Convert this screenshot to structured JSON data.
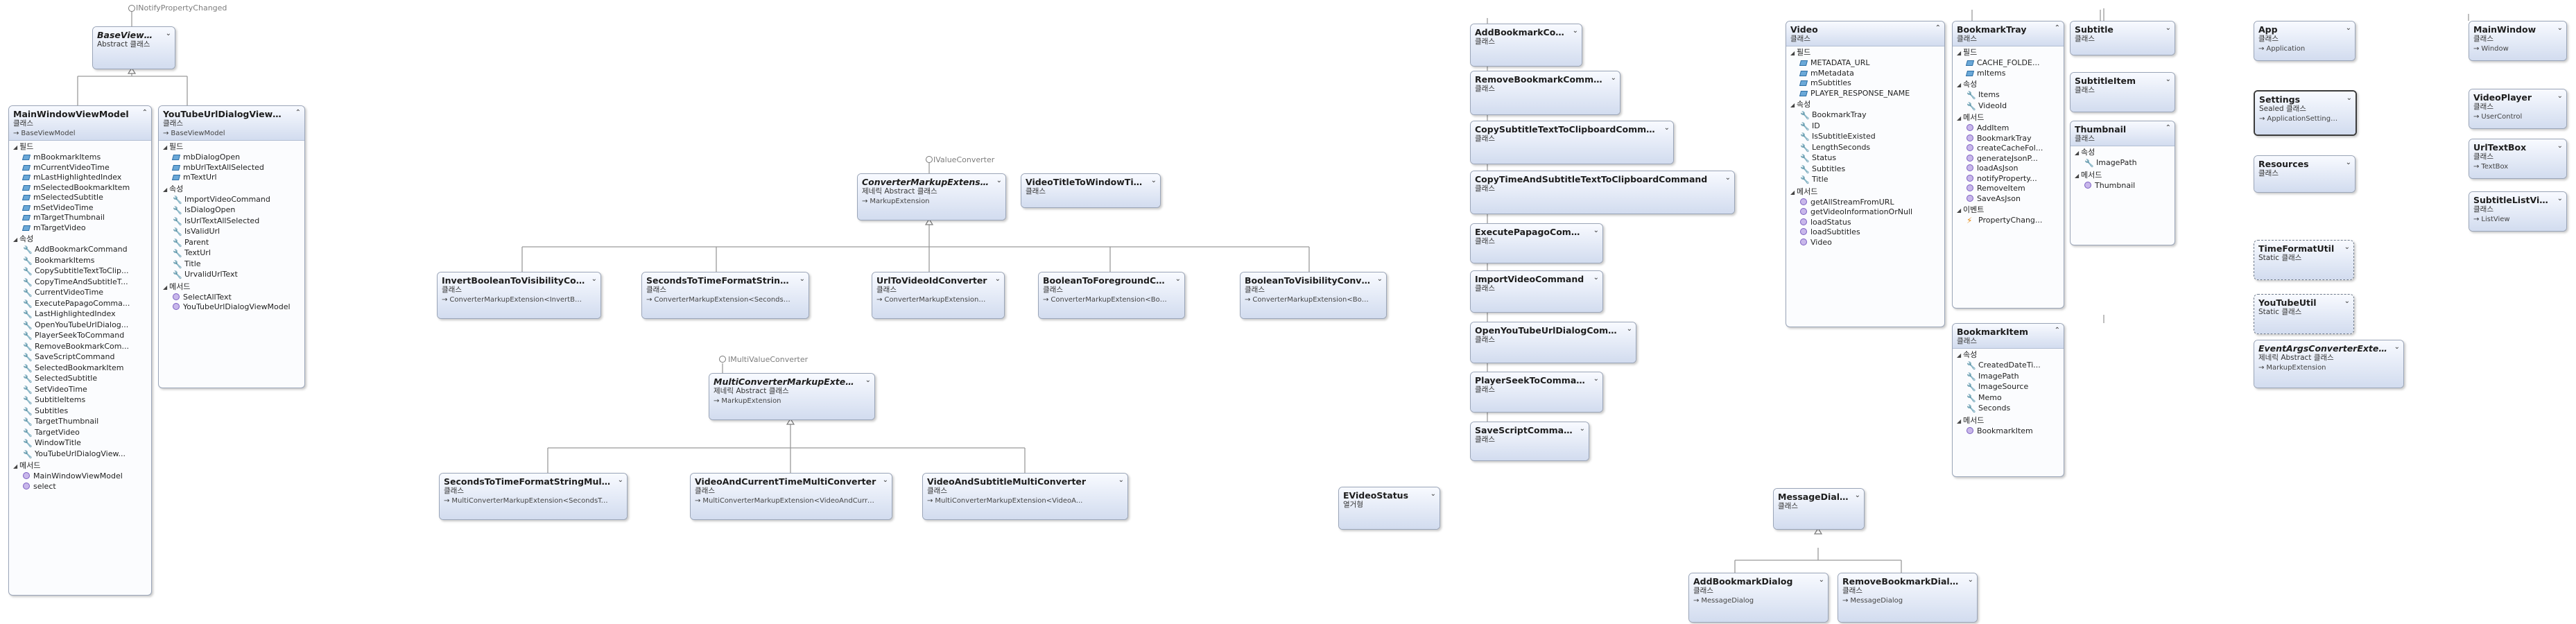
{
  "interfaces": {
    "inotify": "INotifyPropertyChanged",
    "ivalue": "IValueConverter",
    "imulti": "IMultiValueConverter"
  },
  "boxes": [
    {
      "name": "BaseViewModel",
      "kind": "Abstract 클래스",
      "italic": true
    },
    {
      "name": "MainWindowViewModel",
      "kind": "클래스",
      "base": "BaseViewModel",
      "sections": [
        {
          "title": "필드",
          "items": [
            {
              "t": "f",
              "n": "mBookmarkItems"
            },
            {
              "t": "f",
              "n": "mCurrentVideoTime"
            },
            {
              "t": "f",
              "n": "mLastHighlightedIndex"
            },
            {
              "t": "f",
              "n": "mSelectedBookmarkItem"
            },
            {
              "t": "f",
              "n": "mSelectedSubtitle"
            },
            {
              "t": "f",
              "n": "mSetVideoTime"
            },
            {
              "t": "f",
              "n": "mTargetThumbnail"
            },
            {
              "t": "f",
              "n": "mTargetVideo"
            }
          ]
        },
        {
          "title": "속성",
          "items": [
            {
              "t": "p",
              "n": "AddBookmarkCommand"
            },
            {
              "t": "p",
              "n": "BookmarkItems"
            },
            {
              "t": "p",
              "n": "CopySubtitleTextToClip..."
            },
            {
              "t": "p",
              "n": "CopyTimeAndSubtitleT..."
            },
            {
              "t": "p",
              "n": "CurrentVideoTime"
            },
            {
              "t": "p",
              "n": "ExecutePapagoComma..."
            },
            {
              "t": "p",
              "n": "LastHighlightedIndex"
            },
            {
              "t": "p",
              "n": "OpenYouTubeUrlDialog..."
            },
            {
              "t": "p",
              "n": "PlayerSeekToCommand"
            },
            {
              "t": "p",
              "n": "RemoveBookmarkCom..."
            },
            {
              "t": "p",
              "n": "SaveScriptCommand"
            },
            {
              "t": "p",
              "n": "SelectedBookmarkItem"
            },
            {
              "t": "p",
              "n": "SelectedSubtitle"
            },
            {
              "t": "p",
              "n": "SetVideoTime"
            },
            {
              "t": "p",
              "n": "SubtitleItems"
            },
            {
              "t": "p",
              "n": "Subtitles"
            },
            {
              "t": "p",
              "n": "TargetThumbnail"
            },
            {
              "t": "p",
              "n": "TargetVideo"
            },
            {
              "t": "p",
              "n": "WindowTitle"
            },
            {
              "t": "p",
              "n": "YouTubeUrlDialogView..."
            }
          ]
        },
        {
          "title": "메서드",
          "items": [
            {
              "t": "m",
              "n": "MainWindowViewModel"
            },
            {
              "t": "m",
              "n": "select"
            }
          ]
        }
      ]
    },
    {
      "name": "YouTubeUrlDialogViewModel",
      "kind": "클래스",
      "base": "BaseViewModel",
      "sections": [
        {
          "title": "필드",
          "items": [
            {
              "t": "f",
              "n": "mbDialogOpen"
            },
            {
              "t": "f",
              "n": "mbUrlTextAllSelected"
            },
            {
              "t": "f",
              "n": "mTextUrl"
            }
          ]
        },
        {
          "title": "속성",
          "items": [
            {
              "t": "p",
              "n": "ImportVideoCommand"
            },
            {
              "t": "p",
              "n": "IsDialogOpen"
            },
            {
              "t": "p",
              "n": "IsUrlTextAllSelected"
            },
            {
              "t": "p",
              "n": "IsValidUrl"
            },
            {
              "t": "p",
              "n": "Parent"
            },
            {
              "t": "p",
              "n": "TextUrl"
            },
            {
              "t": "p",
              "n": "Title"
            },
            {
              "t": "p",
              "n": "UrvalidUrlText"
            }
          ]
        },
        {
          "title": "메서드",
          "items": [
            {
              "t": "m",
              "n": "SelectAllText"
            },
            {
              "t": "m",
              "n": "YouTubeUrlDialogViewModel"
            }
          ]
        }
      ]
    },
    {
      "name": "ConverterMarkupExtension<T>",
      "kind": "제네릭 Abstract 클래스",
      "base": "MarkupExtension",
      "italic": true
    },
    {
      "name": "VideoTitleToWindowTitleConverter",
      "kind": "클래스"
    },
    {
      "name": "InvertBooleanToVisibilityConverter",
      "kind": "클래스",
      "base": "ConverterMarkupExtension<InvertBoolea..."
    },
    {
      "name": "SecondsToTimeFormatStringConverter",
      "kind": "클래스",
      "base": "ConverterMarkupExtension<SecondsToTimeForma..."
    },
    {
      "name": "UrlToVideoIdConverter",
      "kind": "클래스",
      "base": "ConverterMarkupExtension<Url..."
    },
    {
      "name": "BooleanToForegroundConverter",
      "kind": "클래스",
      "base": "ConverterMarkupExtension<BooleanToF..."
    },
    {
      "name": "BooleanToVisibilityConverter",
      "kind": "클래스",
      "base": "ConverterMarkupExtension<Boolea..."
    },
    {
      "name": "MultiConverterMarkupExtension<T>",
      "kind": "제네릭 Abstract 클래스",
      "base": "MarkupExtension",
      "italic": true
    },
    {
      "name": "SecondsToTimeFormatStringMultiConverter",
      "kind": "클래스",
      "base": "MultiConverterMarkupExtension<SecondsToTimeForma..."
    },
    {
      "name": "VideoAndCurrentTimeMultiConverter",
      "kind": "클래스",
      "base": "MultiConverterMarkupExtension<VideoAndCurrent..."
    },
    {
      "name": "VideoAndSubtitleMultiConverter",
      "kind": "클래스",
      "base": "MultiConverterMarkupExtension<VideoA..."
    },
    {
      "name": "AddBookmarkCommand",
      "kind": "클래스"
    },
    {
      "name": "RemoveBookmarkCommand",
      "kind": "클래스"
    },
    {
      "name": "CopySubtitleTextToClipboardCommand",
      "kind": "클래스"
    },
    {
      "name": "CopyTimeAndSubtitleTextToClipboardCommand",
      "kind": "클래스"
    },
    {
      "name": "ExecutePapagoCommand",
      "kind": "클래스"
    },
    {
      "name": "ImportVideoCommand",
      "kind": "클래스"
    },
    {
      "name": "OpenYouTubeUrlDialogCommand",
      "kind": "클래스"
    },
    {
      "name": "PlayerSeekToCommand",
      "kind": "클래스"
    },
    {
      "name": "SaveScriptCommand",
      "kind": "클래스"
    },
    {
      "name": "EVideoStatus",
      "kind": "열거형"
    },
    {
      "name": "Video",
      "kind": "클래스",
      "sections": [
        {
          "title": "필드",
          "items": [
            {
              "t": "f",
              "n": "METADATA_URL"
            },
            {
              "t": "f",
              "n": "mMetadata"
            },
            {
              "t": "f",
              "n": "mSubtitles"
            },
            {
              "t": "f",
              "n": "PLAYER_RESPONSE_NAME"
            }
          ]
        },
        {
          "title": "속성",
          "items": [
            {
              "t": "p",
              "n": "BookmarkTray"
            },
            {
              "t": "p",
              "n": "ID"
            },
            {
              "t": "p",
              "n": "IsSubtitleExisted"
            },
            {
              "t": "p",
              "n": "LengthSeconds"
            },
            {
              "t": "p",
              "n": "Status"
            },
            {
              "t": "p",
              "n": "Subtitles"
            },
            {
              "t": "p",
              "n": "Title"
            }
          ]
        },
        {
          "title": "메서드",
          "items": [
            {
              "t": "m",
              "n": "getAllStreamFromURL"
            },
            {
              "t": "m",
              "n": "getVideoInformationOrNull"
            },
            {
              "t": "m",
              "n": "loadStatus"
            },
            {
              "t": "m",
              "n": "loadSubtitles"
            },
            {
              "t": "m",
              "n": "Video"
            }
          ]
        }
      ]
    },
    {
      "name": "MessageDialog",
      "kind": "클래스"
    },
    {
      "name": "AddBookmarkDialog",
      "kind": "클래스",
      "base": "MessageDialog"
    },
    {
      "name": "RemoveBookmarkDialog",
      "kind": "클래스",
      "base": "MessageDialog"
    },
    {
      "name": "BookmarkTray",
      "kind": "클래스",
      "sections": [
        {
          "title": "필드",
          "items": [
            {
              "t": "f",
              "n": "CACHE_FOLDE..."
            },
            {
              "t": "f",
              "n": "mItems"
            }
          ]
        },
        {
          "title": "속성",
          "items": [
            {
              "t": "p",
              "n": "Items"
            },
            {
              "t": "p",
              "n": "VideoId"
            }
          ]
        },
        {
          "title": "메서드",
          "items": [
            {
              "t": "m",
              "n": "AddItem"
            },
            {
              "t": "m",
              "n": "BookmarkTray"
            },
            {
              "t": "m",
              "n": "createCacheFol..."
            },
            {
              "t": "m",
              "n": "generateJsonP..."
            },
            {
              "t": "m",
              "n": "loadAsJson"
            },
            {
              "t": "m",
              "n": "notifyProperty..."
            },
            {
              "t": "m",
              "n": "RemoveItem"
            },
            {
              "t": "m",
              "n": "SaveAsJson"
            }
          ]
        },
        {
          "title": "이벤트",
          "items": [
            {
              "t": "e",
              "n": "PropertyChang..."
            }
          ]
        }
      ]
    },
    {
      "name": "BookmarkItem",
      "kind": "클래스",
      "sections": [
        {
          "title": "속성",
          "items": [
            {
              "t": "p",
              "n": "CreatedDateTi..."
            },
            {
              "t": "p",
              "n": "ImagePath"
            },
            {
              "t": "p",
              "n": "ImageSource"
            },
            {
              "t": "p",
              "n": "Memo"
            },
            {
              "t": "p",
              "n": "Seconds"
            }
          ]
        },
        {
          "title": "메서드",
          "items": [
            {
              "t": "m",
              "n": "BookmarkItem"
            }
          ]
        }
      ]
    },
    {
      "name": "Subtitle",
      "kind": "클래스"
    },
    {
      "name": "SubtitleItem",
      "kind": "클래스"
    },
    {
      "name": "Thumbnail",
      "kind": "클래스",
      "sections": [
        {
          "title": "속성",
          "items": [
            {
              "t": "p",
              "n": "ImagePath"
            }
          ]
        },
        {
          "title": "메서드",
          "items": [
            {
              "t": "m",
              "n": "Thumbnail"
            }
          ]
        }
      ]
    },
    {
      "name": "App",
      "kind": "클래스",
      "base": "Application"
    },
    {
      "name": "Settings",
      "kind": "Sealed 클래스",
      "base": "ApplicationSettingsB..."
    },
    {
      "name": "Resources",
      "kind": "클래스"
    },
    {
      "name": "TimeFormatUtil",
      "kind": "Static 클래스"
    },
    {
      "name": "YouTubeUtil",
      "kind": "Static 클래스"
    },
    {
      "name": "EventArgsConverterExtension<T>",
      "kind": "제네릭 Abstract 클래스",
      "base": "MarkupExtension",
      "italic": true
    },
    {
      "name": "MainWindow",
      "kind": "클래스",
      "base": "Window"
    },
    {
      "name": "VideoPlayer",
      "kind": "클래스",
      "base": "UserControl"
    },
    {
      "name": "UrlTextBox",
      "kind": "클래스",
      "base": "TextBox"
    },
    {
      "name": "SubtitleListView",
      "kind": "클래스",
      "base": "ListView"
    }
  ]
}
